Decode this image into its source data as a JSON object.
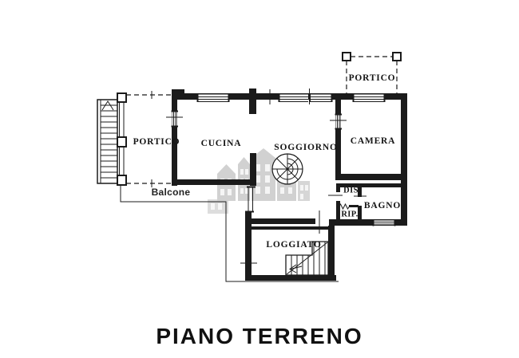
{
  "title": "PIANO TERRENO",
  "rooms": {
    "portico_west": "PORTICO",
    "cucina": "CUCINA",
    "soggiorno": "SOGGIORNO",
    "camera": "CAMERA",
    "portico_north": "PORTICO",
    "balcone": "Balcone",
    "disimpegno": "DIS.",
    "ripostiglio": "RIP.",
    "bagno": "BAGNO",
    "loggiato": "LOGGIATO"
  },
  "icons": {
    "spiral_staircase": "spiral-staircase-icon",
    "west_stairs": "straight-stairs-icon",
    "loggiato_stairs": "corner-stairs-icon",
    "watermark": "buildings-watermark-icon"
  },
  "colors": {
    "line": "#1b1b1b",
    "watermark_gray": "#9b9b9b",
    "background": "#ffffff"
  }
}
